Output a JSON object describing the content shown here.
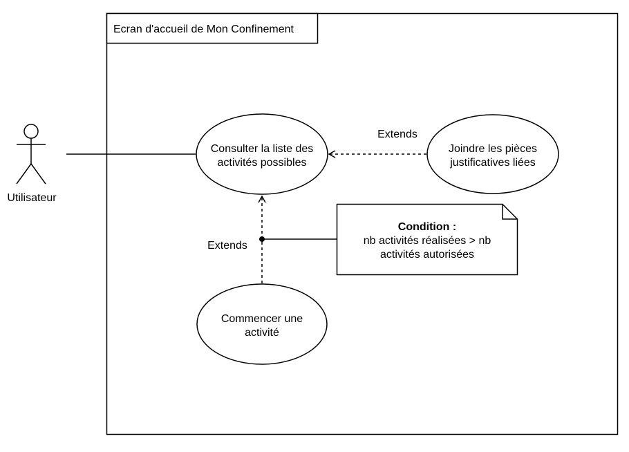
{
  "diagram": {
    "system": {
      "title": "Ecran d'accueil de Mon Confinement"
    },
    "actor": {
      "label": "Utilisateur"
    },
    "use_cases": [
      {
        "id": "consulter",
        "lines": [
          "Consulter la liste des",
          "activités possibles"
        ]
      },
      {
        "id": "joindre",
        "lines": [
          "Joindre les pièces",
          "justificatives liées"
        ]
      },
      {
        "id": "commencer",
        "lines": [
          "Commencer une",
          "activité"
        ]
      }
    ],
    "relations": [
      {
        "from": "joindre",
        "to": "consulter",
        "label": "Extends"
      },
      {
        "from": "commencer",
        "to": "consulter",
        "label": "Extends"
      }
    ],
    "note": {
      "heading": "Condition :",
      "lines": [
        "nb activités réalisées > nb",
        "activités autorisées"
      ]
    },
    "colors": {
      "stroke": "#000000",
      "background": "#ffffff"
    }
  }
}
